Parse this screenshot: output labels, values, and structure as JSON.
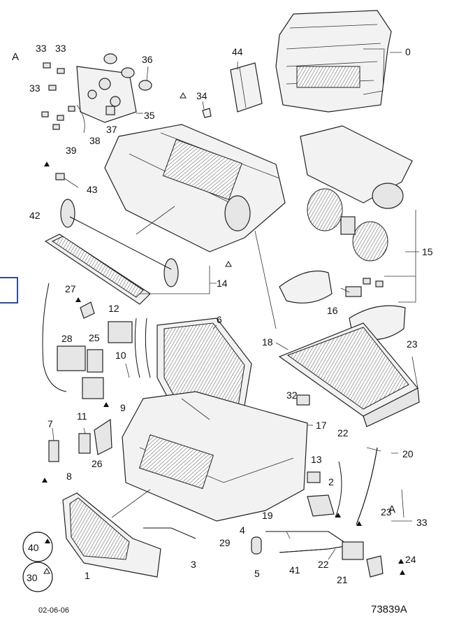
{
  "drawing": {
    "date": "02-06-06",
    "reference": "73839A"
  },
  "callouts": {
    "c0": "0",
    "c1": "1",
    "c2": "2",
    "c3": "3",
    "c5": "5",
    "c6": "6",
    "c7": "7",
    "c8": "8",
    "c9": "9",
    "c10": "10",
    "c11": "11",
    "c12": "12",
    "c13": "13",
    "c14": "14",
    "c15": "15",
    "c16": "16",
    "c17": "17",
    "c18": "18",
    "c19": "19",
    "c20": "20",
    "c21": "21",
    "c22a": "22",
    "c22b": "22",
    "c23a": "23",
    "c23b": "23",
    "c24": "24",
    "c25": "25",
    "c26": "26",
    "c27": "27",
    "c28": "28",
    "c29": "29",
    "c32": "32",
    "c33a": "33",
    "c33b": "33",
    "c33c": "33",
    "c33d": "33",
    "c34": "34",
    "c35": "35",
    "c36": "36",
    "c37": "37",
    "c38": "38",
    "c39": "39",
    "c4": "4",
    "c40": "40",
    "c30": "30",
    "c41": "41",
    "c42": "42",
    "c43": "43",
    "c44": "44",
    "refA1": "A",
    "refA2": "A"
  }
}
